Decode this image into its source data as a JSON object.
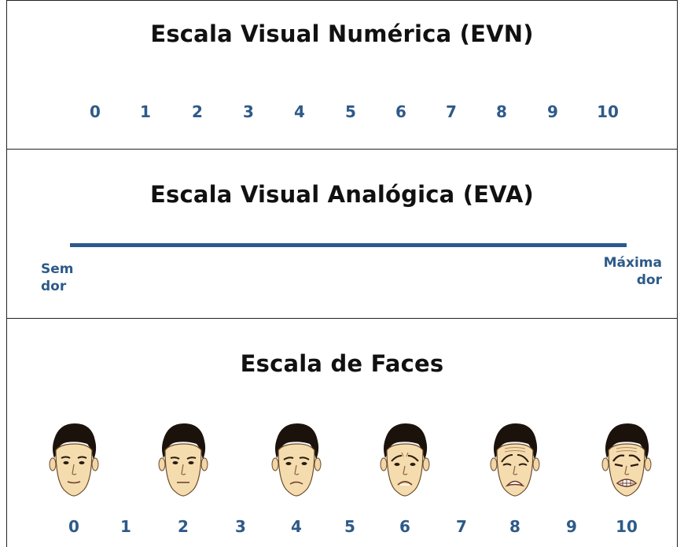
{
  "evn": {
    "title": "Escala Visual Numérica (EVN)",
    "numbers": [
      "0",
      "1",
      "2",
      "3",
      "4",
      "5",
      "6",
      "7",
      "8",
      "9",
      "10"
    ]
  },
  "eva": {
    "title": "Escala Visual Analógica (EVA)",
    "left_label_line1": "Sem",
    "left_label_line2": "dor",
    "right_label_line1": "Máxima",
    "right_label_line2": "dor",
    "line_color": "#2a5a8c"
  },
  "faces": {
    "title": "Escala de Faces",
    "numbers": [
      "0",
      "1",
      "2",
      "3",
      "4",
      "5",
      "6",
      "7",
      "8",
      "9",
      "10"
    ],
    "face_icons": [
      "face-no-pain-icon",
      "face-mild-pain-icon",
      "face-moderate-pain-icon",
      "face-severe-pain-icon",
      "face-very-severe-pain-icon",
      "face-worst-pain-icon"
    ],
    "accent_color": "#2e5a89"
  }
}
